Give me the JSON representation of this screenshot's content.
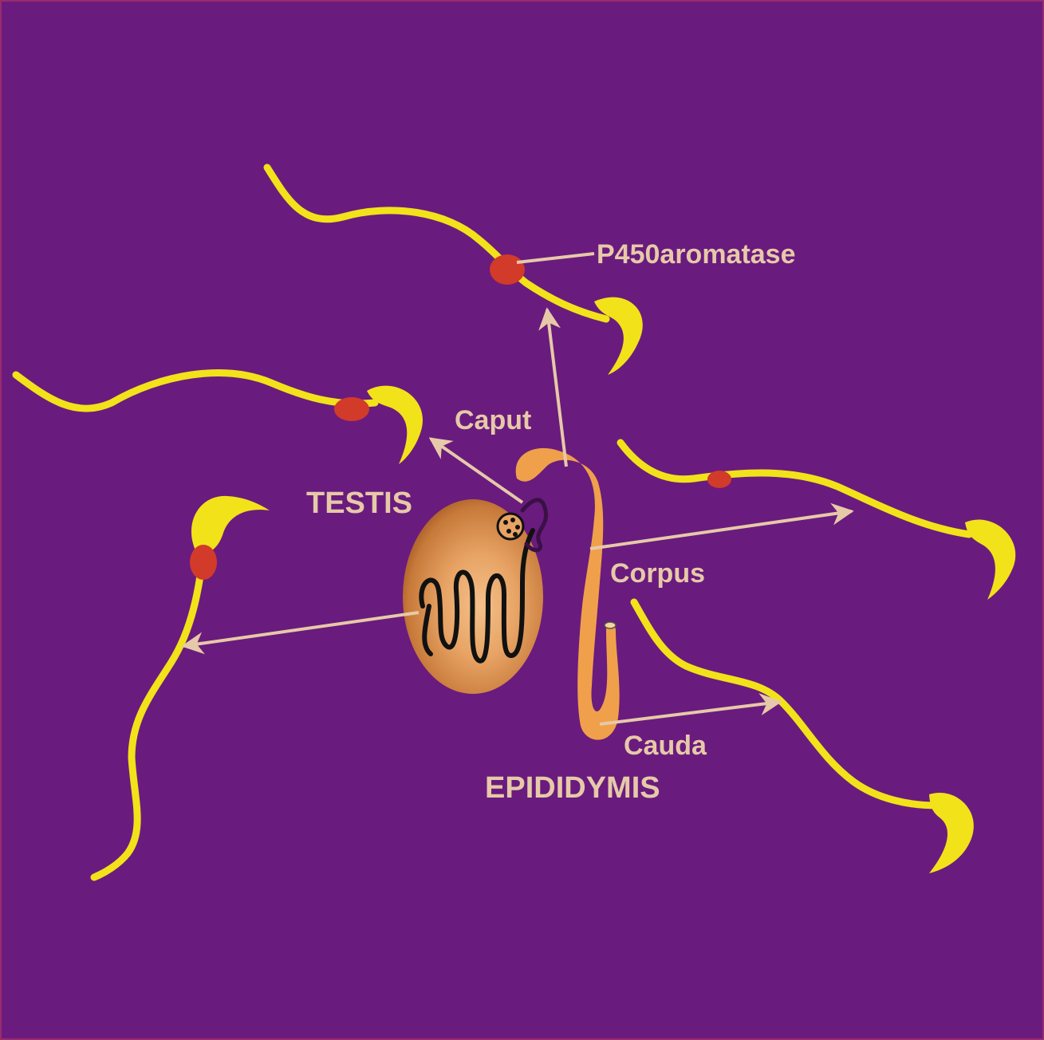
{
  "labels": {
    "protein": "P450aromatase",
    "caput": "Caput",
    "testis": "TESTIS",
    "corpus": "Corpus",
    "cauda": "Cauda",
    "epididymis": "EPIDIDYMIS"
  },
  "colors": {
    "background": "#6a1b7e",
    "sperm": "#f2e21a",
    "marker": "#d23a2a",
    "arrow": "#e6c9a8",
    "label": "#e6c9a8",
    "epididymis": "#f0a04a",
    "testis_outer": "#c77a3a",
    "testis_inner": "#e7a364",
    "tubule": "#111111"
  }
}
